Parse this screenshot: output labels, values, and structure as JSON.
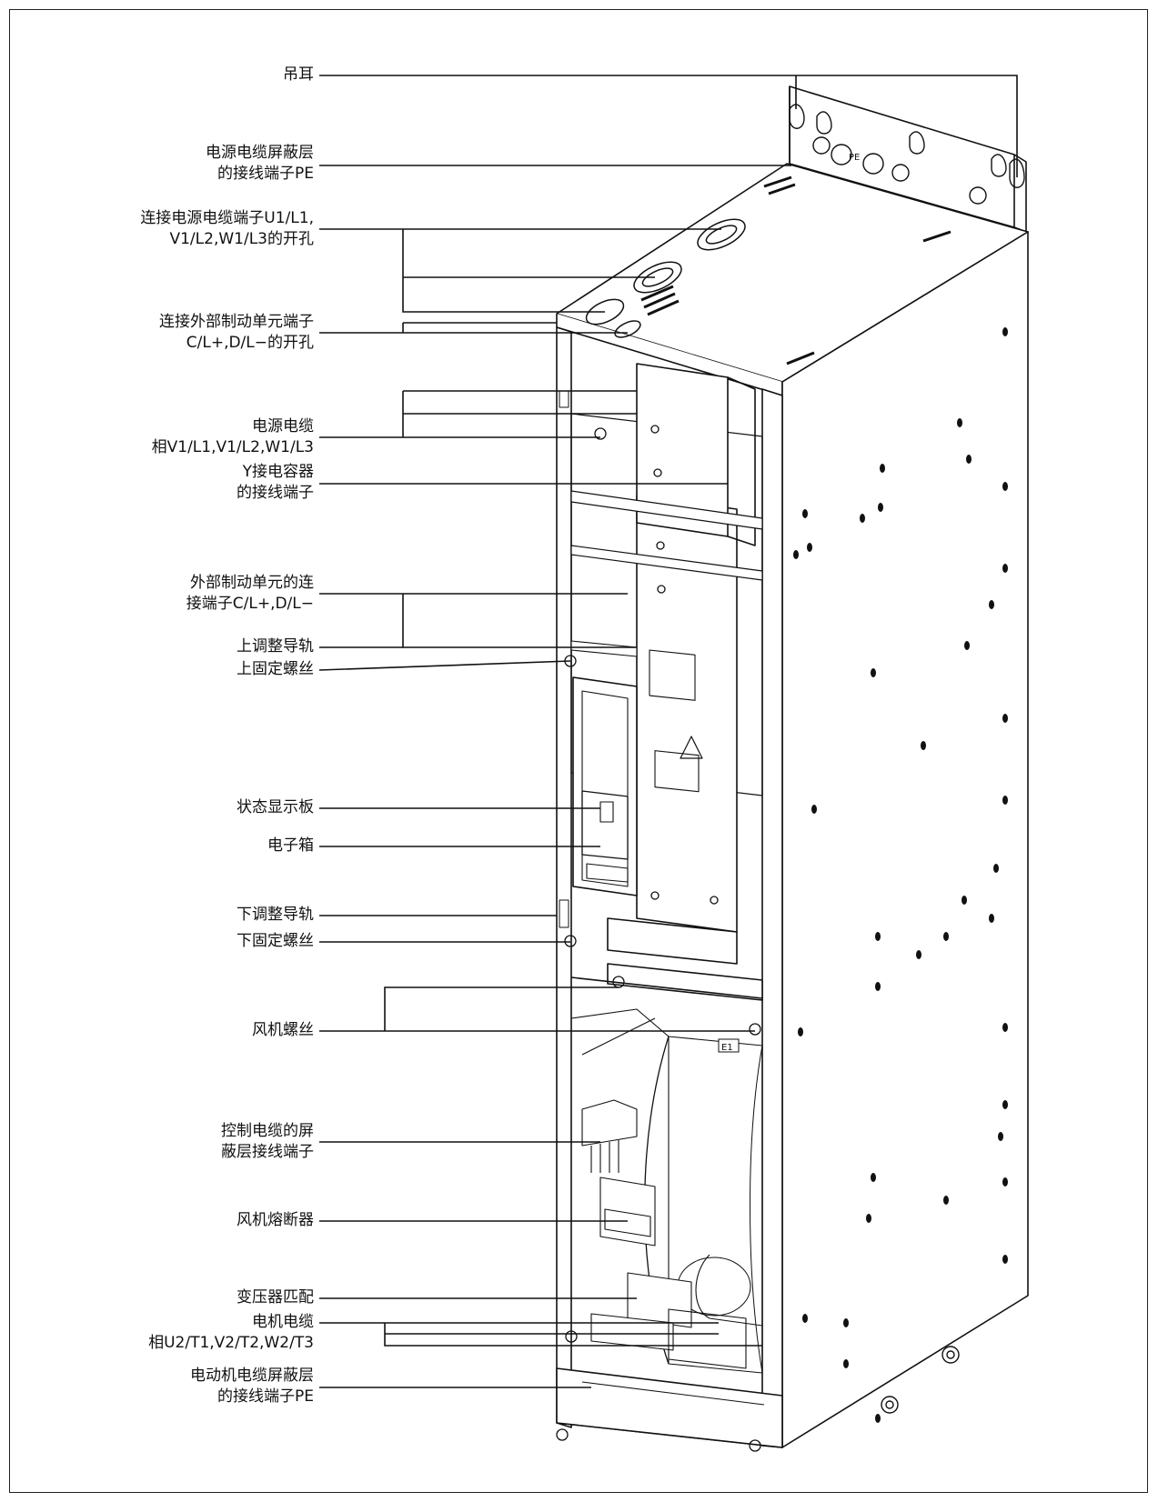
{
  "labels": {
    "lifting_eye": "吊耳",
    "power_shield_pe": [
      "电源电缆屏蔽层",
      "的接线端子PE"
    ],
    "power_cable_openings": [
      "连接电源电缆端子U1/L1,",
      "V1/L2,W1/L3的开孔"
    ],
    "brake_unit_openings": [
      "连接外部制动单元端子",
      "C/L+,D/L−的开孔"
    ],
    "power_cable": [
      "电源电缆",
      "相V1/L1,V1/L2,W1/L3"
    ],
    "y_capacitor": [
      "Y接电容器",
      "的接线端子"
    ],
    "brake_unit_terminals": [
      "外部制动单元的连",
      "接端子C/L+,D/L−"
    ],
    "upper_rail": "上调整导轨",
    "upper_screw": "上固定螺丝",
    "status_panel": "状态显示板",
    "electronics_box": "电子箱",
    "lower_rail": "下调整导轨",
    "lower_screw": "下固定螺丝",
    "fan_screws": "风机螺丝",
    "control_shield": [
      "控制电缆的屏",
      "蔽层接线端子"
    ],
    "fan_fuses": "风机熔断器",
    "transformer_match": "变压器匹配",
    "motor_cable": [
      "电机电缆",
      "相U2/T1,V2/T2,W2/T3"
    ],
    "motor_shield_pe": [
      "电动机电缆屏蔽层",
      "的接线端子PE"
    ]
  },
  "device_marks": {
    "pe_mark": "PE",
    "e1_mark": "E1"
  }
}
